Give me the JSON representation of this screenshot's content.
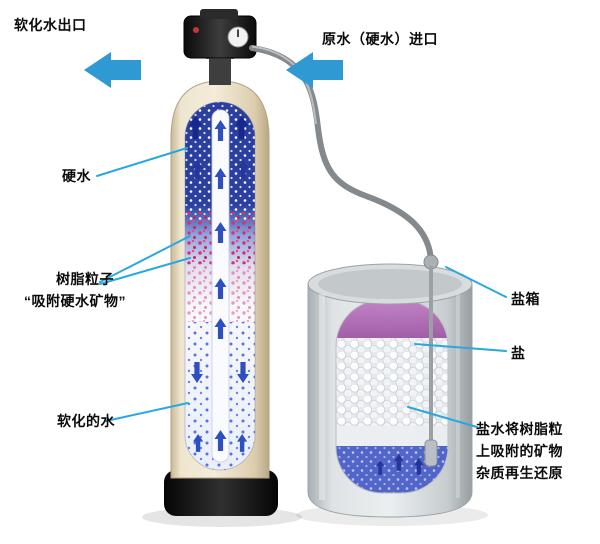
{
  "diagram": {
    "labels": {
      "outlet": "软化水出口",
      "inlet": "原水（硬水）进口",
      "hard_water": "硬水",
      "resin_line1": "树脂粒子",
      "resin_line2": "“吸附硬水矿物”",
      "softened_water": "软化的水",
      "salt_box": "盐箱",
      "salt": "盐",
      "brine_line1": "盐水将树脂粒",
      "brine_line2": "上吸附的矿物",
      "brine_line3": "杂质再生还原"
    },
    "colors": {
      "label_text": "#0b0b0b",
      "flow_arrow_blue": "#2F99D4",
      "leader_line_blue": "#29A8DF",
      "tank_shell_cream": "#F2EAD8",
      "interior_deep_blue": "#2B3F9E",
      "resin_dot_pink": "#D6336C",
      "softened_dot_blue": "#3B5BDB",
      "column_arrow_blue": "#2D4FC0",
      "valve_black": "#1A1A1A",
      "tank_base_black": "#0A0A0A",
      "salt_tank_gray": "#DEE3E5",
      "inner_vessel_purple": "#A85FAE",
      "brine_bottom_blue": "#4A5FC8",
      "tube_gray": "#84898D"
    },
    "icons": {
      "outlet_arrow": "left-arrow-icon",
      "inlet_arrow": "left-arrow-icon",
      "flow_up": "up-arrow-icon",
      "flow_down": "down-arrow-icon"
    }
  }
}
